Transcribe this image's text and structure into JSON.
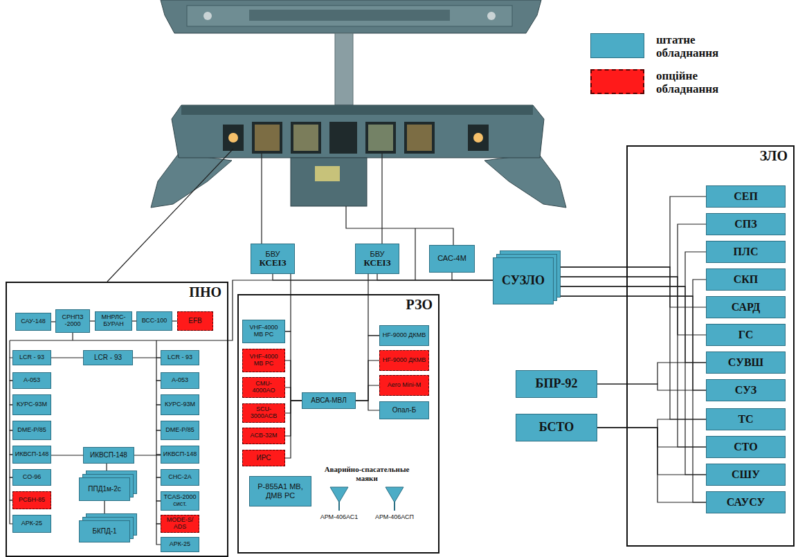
{
  "diagram": {
    "nodes": [
      {
        "text": [
          "ПНО"
        ]
      },
      {
        "text": [
          "САУ-148"
        ],
        "in": 0
      },
      {
        "text": [
          "СРНПЗ -2000"
        ],
        "in": 0
      },
      {
        "text": [
          "МНРЛС-БУРАН"
        ],
        "in": 0
      },
      {
        "text": [
          "ВСС-100"
        ],
        "in": 0
      },
      {
        "text": [
          "EFB"
        ],
        "in": 0
      },
      {
        "text": [
          "LCR - 93"
        ],
        "in": 0
      },
      {
        "text": [
          "А-053"
        ],
        "in": 0
      },
      {
        "text": [
          "КУРС-93М"
        ],
        "in": 0
      },
      {
        "text": [
          "DME-P/85"
        ],
        "in": 0
      },
      {
        "text": [
          "ИКВСП-148"
        ],
        "in": 0
      },
      {
        "text": [
          "СО-96"
        ],
        "in": 0
      },
      {
        "text": [
          "РСБН-85"
        ],
        "in": 0
      },
      {
        "text": [
          "АРК-25"
        ],
        "in": 0
      },
      {
        "text": [
          "LCR - 93"
        ],
        "in": 0
      },
      {
        "text": [
          "ИКВСП-148"
        ],
        "in": 0
      },
      {
        "text": [
          "ППД1м-2с"
        ],
        "in": 0
      },
      {
        "text": [
          "БКПД-1"
        ],
        "in": 0
      },
      {
        "text": [
          "LCR - 93"
        ],
        "in": 0
      },
      {
        "text": [
          "А-053"
        ],
        "in": 0
      },
      {
        "text": [
          "КУРС-93М"
        ],
        "in": 0
      },
      {
        "text": [
          "DME-P/85"
        ],
        "in": 0
      },
      {
        "text": [
          "ИКВСП-148"
        ],
        "in": 0
      },
      {
        "text": [
          "СНС-2А"
        ],
        "in": 0
      },
      {
        "text": [
          "TCAS-2000 сист."
        ],
        "in": 0
      },
      {
        "text": [
          "MODE-S/ ADS"
        ],
        "in": 0
      },
      {
        "text": [
          "АРК-25"
        ],
        "in": 0
      },
      {
        "text": [
          "БВУ",
          "КСЕІЗ"
        ]
      },
      {
        "text": [
          "БВУ",
          "КСЕІЗ"
        ]
      },
      {
        "text": [
          "САС-4М"
        ]
      },
      {
        "text": [
          "СУЗЛО"
        ]
      },
      {
        "text": [
          "РЗО"
        ]
      },
      {
        "text": [
          "VHF-4000 МВ РС"
        ],
        "in": 31
      },
      {
        "text": [
          "VHF-4000 МВ РС"
        ],
        "in": 31
      },
      {
        "text": [
          "CMU-4000AO"
        ],
        "in": 31
      },
      {
        "text": [
          "SCU-3000ACB"
        ],
        "in": 31
      },
      {
        "text": [
          "ACB-32M"
        ],
        "in": 31
      },
      {
        "text": [
          "ИРС"
        ],
        "in": 31
      },
      {
        "text": [
          "АВСА-МВЛ"
        ],
        "in": 31
      },
      {
        "text": [
          "HF-9000 ДКМВ"
        ],
        "in": 31
      },
      {
        "text": [
          "HF-9000 ДКМВ"
        ],
        "in": 31
      },
      {
        "text": [
          "Aero Mini-M"
        ],
        "in": 31
      },
      {
        "text": [
          "Опал-Б"
        ],
        "in": 31
      },
      {
        "text": [
          "Р-855А1 МВ, ДМВ РС"
        ],
        "in": 31
      },
      {
        "text": [
          "ЗЛО"
        ]
      },
      {
        "text": [
          "СЕП"
        ],
        "in": 44
      },
      {
        "text": [
          "СПЗ"
        ],
        "in": 44
      },
      {
        "text": [
          "ПЛС"
        ],
        "in": 44
      },
      {
        "text": [
          "СКП"
        ],
        "in": 44
      },
      {
        "text": [
          "САРД"
        ],
        "in": 44
      },
      {
        "text": [
          "ГС"
        ],
        "in": 44
      },
      {
        "text": [
          "СУВШ"
        ],
        "in": 44
      },
      {
        "text": [
          "СУЗ"
        ],
        "in": 44
      },
      {
        "text": [
          "ТС"
        ],
        "in": 44
      },
      {
        "text": [
          "СТО"
        ],
        "in": 44
      },
      {
        "text": [
          "СШУ"
        ],
        "in": 44
      },
      {
        "text": [
          "САУСУ"
        ],
        "in": 44
      },
      {
        "text": [
          "БПР-92"
        ]
      },
      {
        "text": [
          "БСТО"
        ]
      }
    ],
    "edges": [
      {
        "from": 1,
        "to": 2,
        "arrow": "none"
      },
      {
        "from": 2,
        "to": 3,
        "arrow": "none"
      },
      {
        "from": 3,
        "to": 4,
        "arrow": "none"
      },
      {
        "from": 4,
        "to": 5,
        "arrow": "none"
      },
      {
        "from": 14,
        "to": 6,
        "arrow": "none"
      },
      {
        "from": 14,
        "to": 18,
        "arrow": "none"
      },
      {
        "from": 15,
        "to": 10,
        "arrow": "none"
      },
      {
        "from": 15,
        "to": 22,
        "arrow": "none"
      },
      {
        "from": 15,
        "to": 16,
        "arrow": "none"
      },
      {
        "from": 16,
        "to": 17,
        "arrow": "none"
      },
      {
        "from": 6,
        "to": 7,
        "arrow": "none"
      },
      {
        "from": 7,
        "to": 8,
        "arrow": "none"
      },
      {
        "from": 8,
        "to": 9,
        "arrow": "none"
      },
      {
        "from": 9,
        "to": 10,
        "arrow": "none"
      },
      {
        "from": 10,
        "to": 11,
        "arrow": "none"
      },
      {
        "from": 11,
        "to": 12,
        "arrow": "none"
      },
      {
        "from": 12,
        "to": 13,
        "arrow": "none"
      },
      {
        "from": 18,
        "to": 19,
        "arrow": "none"
      },
      {
        "from": 19,
        "to": 20,
        "arrow": "none"
      },
      {
        "from": 20,
        "to": 21,
        "arrow": "none"
      },
      {
        "from": 21,
        "to": 22,
        "arrow": "none"
      },
      {
        "from": 22,
        "to": 23,
        "arrow": "none"
      },
      {
        "from": 23,
        "to": 24,
        "arrow": "none"
      },
      {
        "from": 24,
        "to": 25,
        "arrow": "none"
      },
      {
        "from": 25,
        "to": 26,
        "arrow": "none"
      },
      {
        "from": 27,
        "to": 30,
        "arrow": "none"
      },
      {
        "from": 28,
        "to": 30,
        "arrow": "none"
      },
      {
        "from": 29,
        "to": 30,
        "arrow": "none"
      },
      {
        "from": 0,
        "to": 30,
        "arrow": "none"
      },
      {
        "from": 27,
        "to": 32,
        "arrow": "none"
      },
      {
        "from": 28,
        "to": 39,
        "arrow": "none"
      },
      {
        "from": 38,
        "to": 32,
        "arrow": "none"
      },
      {
        "from": 38,
        "to": 33,
        "arrow": "none"
      },
      {
        "from": 38,
        "to": 34,
        "arrow": "none"
      },
      {
        "from": 38,
        "to": 35,
        "arrow": "none"
      },
      {
        "from": 38,
        "to": 36,
        "arrow": "none"
      },
      {
        "from": 38,
        "to": 37,
        "arrow": "none"
      },
      {
        "from": 38,
        "to": 39,
        "arrow": "none"
      },
      {
        "from": 38,
        "to": 40,
        "arrow": "none"
      },
      {
        "from": 38,
        "to": 41,
        "arrow": "none"
      },
      {
        "from": 38,
        "to": 42,
        "arrow": "none"
      },
      {
        "from": 30,
        "to": 45,
        "arrow": "none"
      },
      {
        "from": 30,
        "to": 46,
        "arrow": "none"
      },
      {
        "from": 30,
        "to": 47,
        "arrow": "none"
      },
      {
        "from": 30,
        "to": 48,
        "arrow": "none"
      },
      {
        "from": 30,
        "to": 49,
        "arrow": "none"
      },
      {
        "from": 30,
        "to": 50,
        "arrow": "none"
      },
      {
        "from": 30,
        "to": 51,
        "arrow": "none"
      },
      {
        "from": 30,
        "to": 52,
        "arrow": "none"
      },
      {
        "from": 30,
        "to": 53,
        "arrow": "none"
      },
      {
        "from": 30,
        "to": 54,
        "arrow": "none"
      },
      {
        "from": 30,
        "to": 55,
        "arrow": "none"
      },
      {
        "from": 30,
        "to": 56,
        "arrow": "none"
      },
      {
        "from": 57,
        "to": 51,
        "arrow": "none"
      },
      {
        "from": 57,
        "to": 52,
        "arrow": "none"
      },
      {
        "from": 58,
        "to": 53,
        "arrow": "none"
      },
      {
        "from": 58,
        "to": 54,
        "arrow": "none"
      },
      {
        "from": 58,
        "to": 55,
        "arrow": "none"
      },
      {
        "from": 58,
        "to": 56,
        "arrow": "none"
      }
    ],
    "labels": [
      "Аварийно-спасательные маяки",
      "АРМ-406АС1",
      "АРМ-406АСП"
    ],
    "legend": [
      {
        "text": "штатне обладнання",
        "color": "#4bacc6"
      },
      {
        "text": "опційне обладнання",
        "color": "#ff1a1a"
      }
    ]
  }
}
